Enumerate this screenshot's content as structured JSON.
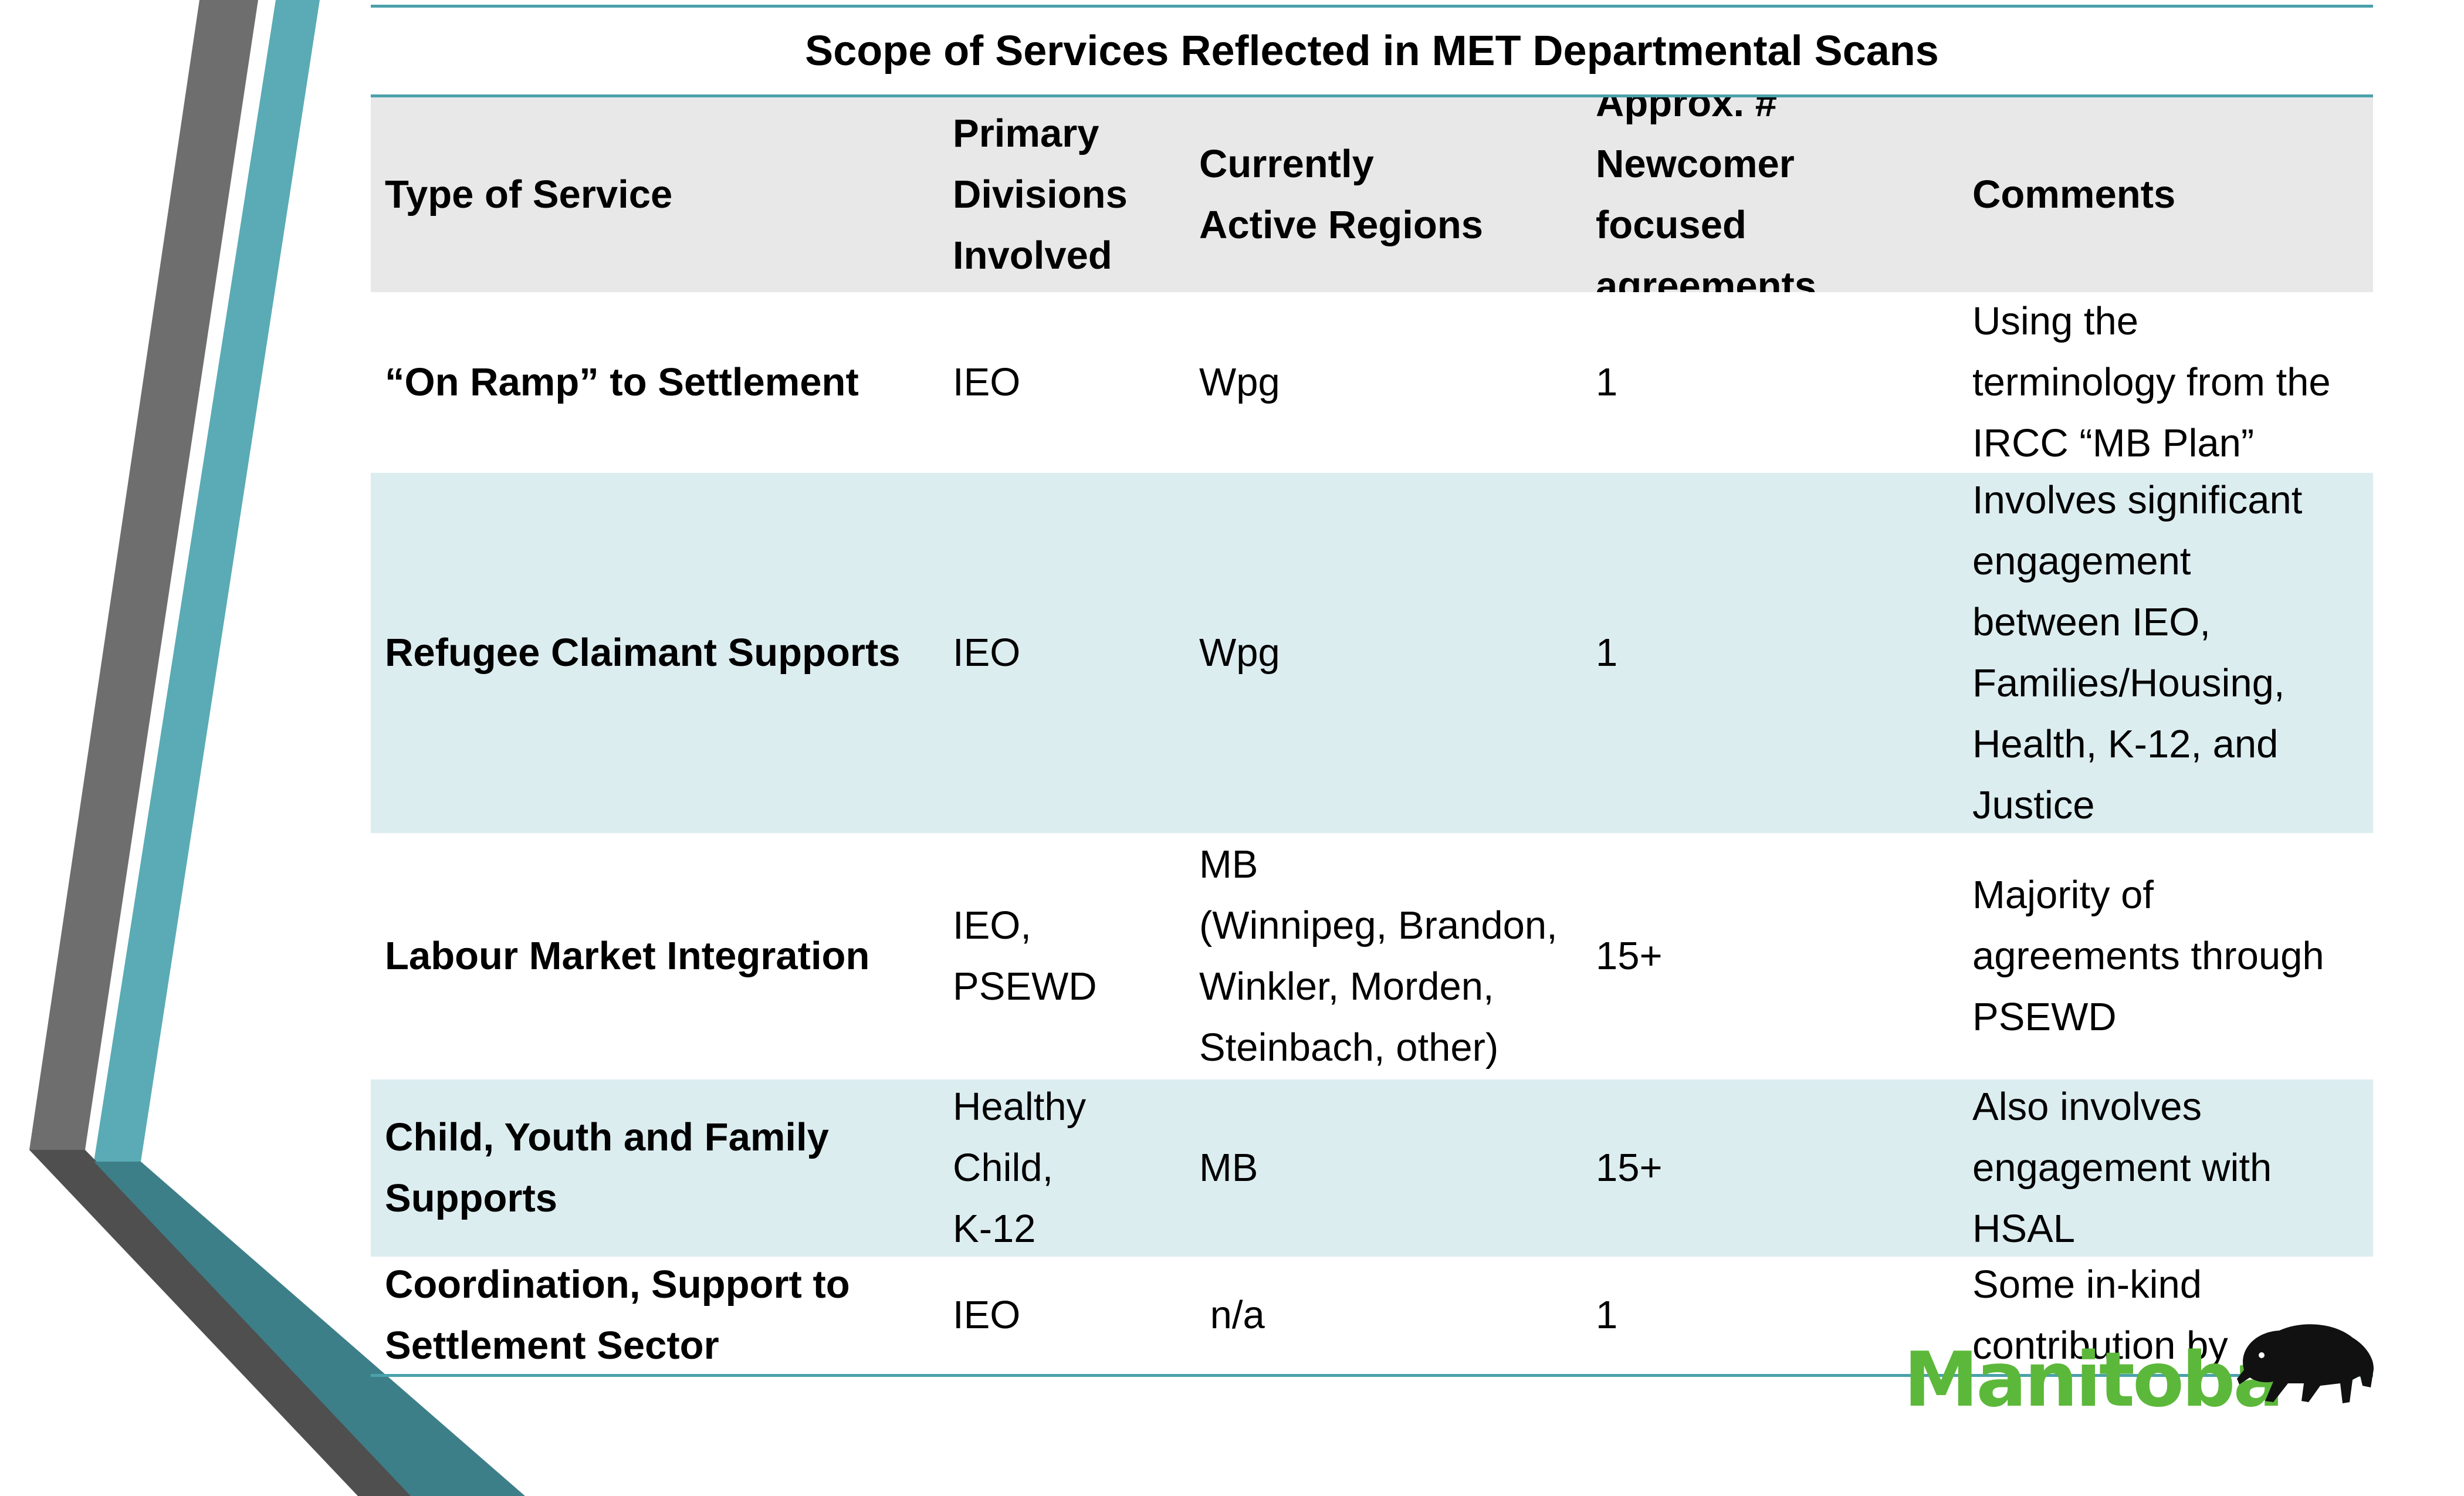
{
  "title": "Scope of Services Reflected in MET Departmental Scans",
  "headers": [
    "Type of Service",
    "Primary\nDivisions\nInvolved",
    "Currently\nActive Regions",
    "Approx. #\nNewcomer focused\nagreements",
    "Comments"
  ],
  "rows": [
    {
      "service": "“On Ramp” to Settlement",
      "divisions": "IEO",
      "regions": "Wpg",
      "agreements": "1",
      "comments": "Using the\nterminology from the\nIRCC “MB Plan”"
    },
    {
      "service": "Refugee Claimant Supports",
      "divisions": "IEO",
      "regions": "Wpg",
      "agreements": "1",
      "comments": "Involves significant\nengagement\nbetween IEO,\nFamilies/Housing,\nHealth, K-12,  and\nJustice"
    },
    {
      "service": "Labour Market Integration",
      "divisions": "IEO, PSEWD",
      "regions": "MB\n(Winnipeg, Brandon,\nWinkler, Morden,\nSteinbach, other)",
      "agreements": "15+",
      "comments": "Majority of\nagreements through\nPSEWD"
    },
    {
      "service": "Child, Youth and Family\nSupports",
      "divisions": "Healthy\nChild,\nK-12",
      "regions": "MB",
      "agreements": "15+",
      "comments": "Also involves\nengagement with\nHSAL"
    },
    {
      "service": "Coordination, Support to\nSettlement Sector",
      "divisions": "IEO",
      "regions": " n/a",
      "agreements": "1",
      "comments": "Some in-kind\ncontribution by"
    }
  ],
  "logo": {
    "text": "Manitoba",
    "color": "#5cb83a"
  },
  "colors": {
    "accent": "#4aa1ab",
    "header_bg": "#e8e8e8",
    "alt_row_bg": "#dcedf0"
  }
}
